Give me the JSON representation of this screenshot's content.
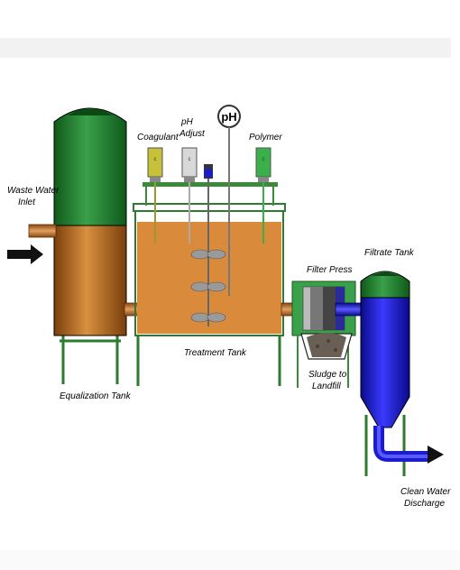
{
  "labels": {
    "waste_water_inlet": [
      "Waste Water",
      "Inlet"
    ],
    "coagulant": "Coagulant",
    "ph_adjust": [
      "pH",
      "Adjust"
    ],
    "ph_probe": "pH",
    "polymer": "Polymer",
    "filter_press": "Filter Press",
    "filtrate_tank": "Filtrate Tank",
    "treatment_tank": "Treatment Tank",
    "equalization_tank": "Equalization Tank",
    "sludge": [
      "Sludge to",
      "Landfill"
    ],
    "clean_water": [
      "Clean Water",
      "Discharge"
    ]
  },
  "colors": {
    "tank_green": "#1e7d2c",
    "water_orange": "#d98a3a",
    "pipe_copper": "#c77a2a",
    "filtrate_blue": "#1c1ccf",
    "frame_green": "#3a8a3a"
  }
}
